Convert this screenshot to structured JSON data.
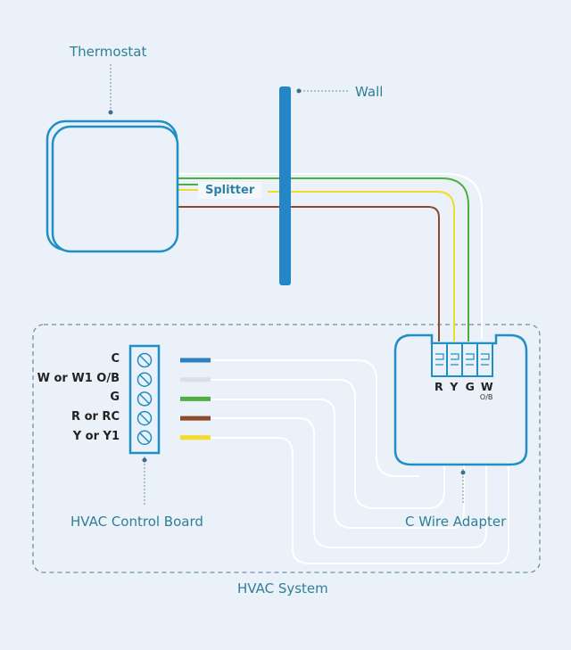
{
  "labels": {
    "thermostat": "Thermostat",
    "wall": "Wall",
    "splitter": "Splitter",
    "hvac_control_board": "HVAC Control Board",
    "c_wire_adapter": "C Wire Adapter",
    "hvac_system": "HVAC System"
  },
  "control_board_terminals": [
    {
      "label": "C",
      "wire_color": "#2c7fc0"
    },
    {
      "label": "W or W1 O/B",
      "wire_color": "#dcdfe3"
    },
    {
      "label": "G",
      "wire_color": "#4caf3f"
    },
    {
      "label": "R or RC",
      "wire_color": "#8b4a2b"
    },
    {
      "label": "Y or Y1",
      "wire_color": "#f0dc2a"
    }
  ],
  "adapter_terminals": [
    {
      "letter": "R"
    },
    {
      "letter": "Y"
    },
    {
      "letter": "G"
    },
    {
      "letter": "W",
      "sub": "O/B"
    }
  ],
  "colors": {
    "outline": "#1f8fc4",
    "wall": "#2485c7",
    "green": "#4caf3f",
    "yellow": "#f0dc2a",
    "brown": "#8b4a2b",
    "label": "#2f7f96"
  }
}
